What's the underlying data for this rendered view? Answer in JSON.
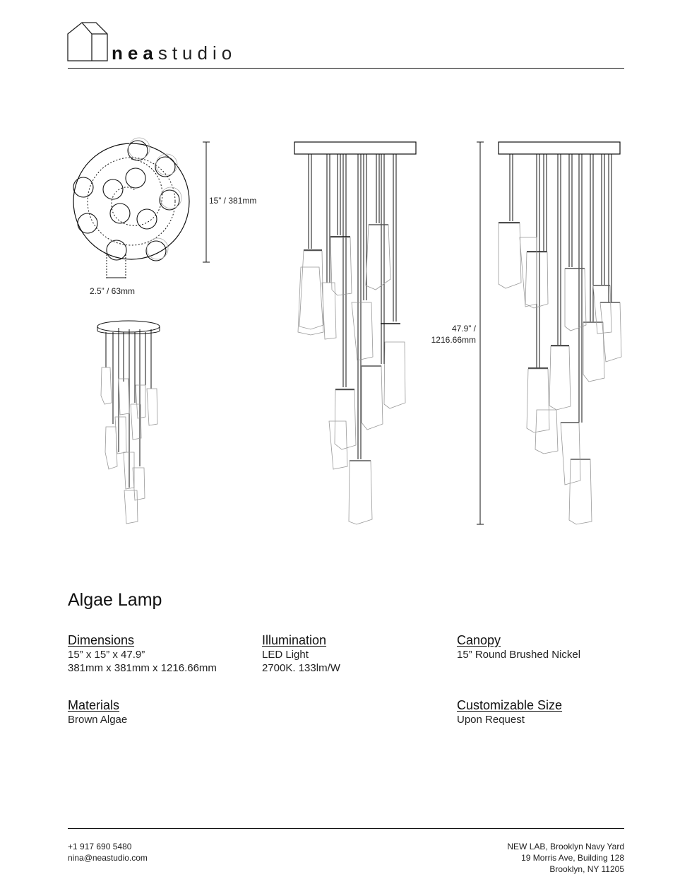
{
  "header": {
    "brand_bold": "nea",
    "brand_light": "studio"
  },
  "dimensions_labels": {
    "canopy_diameter": "15” / 381mm",
    "pendant_diameter": "2.5” / 63mm",
    "height_line1": "47.9” /",
    "height_line2": "1216.66mm"
  },
  "product": {
    "title": "Algae Lamp"
  },
  "specs": {
    "dimensions": {
      "heading": "Dimensions",
      "line1": "15” x 15” x 47.9”",
      "line2": "381mm x 381mm x 1216.66mm"
    },
    "illumination": {
      "heading": "Illumination",
      "line1": "LED Light",
      "line2": "2700K. 133lm/W"
    },
    "canopy": {
      "heading": "Canopy",
      "line1": "15” Round Brushed Nickel"
    },
    "materials": {
      "heading": "Materials",
      "line1": "Brown Algae"
    },
    "customizable": {
      "heading": "Customizable Size",
      "line1": "Upon Request"
    }
  },
  "footer": {
    "phone": "+1 917 690 5480",
    "email": "nina@neastudio.com",
    "address_line1": "NEW LAB, Brooklyn Navy Yard",
    "address_line2": "19 Morris Ave, Building 128",
    "address_line3": "Brooklyn, NY 11205"
  },
  "colors": {
    "ink": "#111111",
    "glass_outline": "#999999"
  }
}
